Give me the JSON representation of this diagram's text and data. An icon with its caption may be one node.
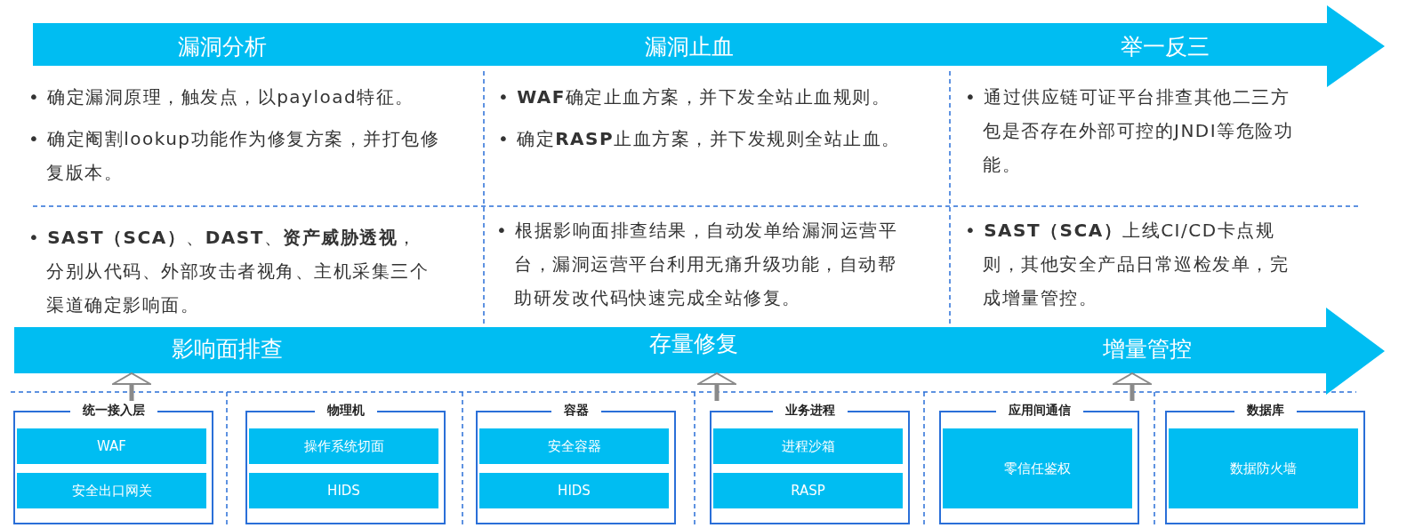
{
  "diagram": {
    "nodes": [
      {
        "text": [
          "漏洞分析",
          "漏洞止血",
          "举一反三"
        ]
      },
      {
        "text": [
          "影响面排查",
          "存量修复",
          "增量管控"
        ]
      },
      {
        "text": [
          "统一接入层"
        ]
      },
      {
        "text": [
          "WAF"
        ],
        "in": 2
      },
      {
        "text": [
          "安全出口网关"
        ],
        "in": 2
      },
      {
        "text": [
          "物理机"
        ]
      },
      {
        "text": [
          "操作系统切面"
        ],
        "in": 5
      },
      {
        "text": [
          "HIDS"
        ],
        "in": 5
      },
      {
        "text": [
          "容器"
        ]
      },
      {
        "text": [
          "安全容器"
        ],
        "in": 8
      },
      {
        "text": [
          "HIDS"
        ],
        "in": 8
      },
      {
        "text": [
          "业务进程"
        ]
      },
      {
        "text": [
          "进程沙箱"
        ],
        "in": 11
      },
      {
        "text": [
          "RASP"
        ],
        "in": 11
      },
      {
        "text": [
          "应用间通信"
        ]
      },
      {
        "text": [
          "零信任鉴权"
        ],
        "in": 14
      },
      {
        "text": [
          "数据库"
        ]
      },
      {
        "text": [
          "数据防火墙"
        ],
        "in": 16
      }
    ],
    "edges": [
      {
        "from": 2,
        "to": 1,
        "arrow": "to"
      },
      {
        "from": 11,
        "to": 1,
        "arrow": "to"
      },
      {
        "from": 14,
        "to": 1,
        "arrow": "to"
      }
    ],
    "labels": [
      "• 确定漏洞原理，触发点，以payload特征。",
      "• 确定阉割lookup功能作为修复方案，并打包修复版本。",
      "• **WAF**确定止血方案，并下发全站止血规则。",
      "• 确定**RASP**止血方案，并下发规则全站止血。",
      "• 通过供应链可证平台排查其他二三方包是否存在外部可控的JNDI等危险功能。",
      "• **SAST（SCA）**、**DAST**、**资产威胁透视**，分别从代码、外部攻击者视角、主机采集三个渠道确定影响面。",
      "• 根据影响面排查结果，自动发单给漏洞运营平台，漏洞运营平台利用无痛升级功能，自动帮助研发改代码快速完成全站修复。",
      "• **SAST（SCA）**上线CI/CD卡点规则，其他安全产品日常巡检发单，完成增量管控。"
    ]
  }
}
